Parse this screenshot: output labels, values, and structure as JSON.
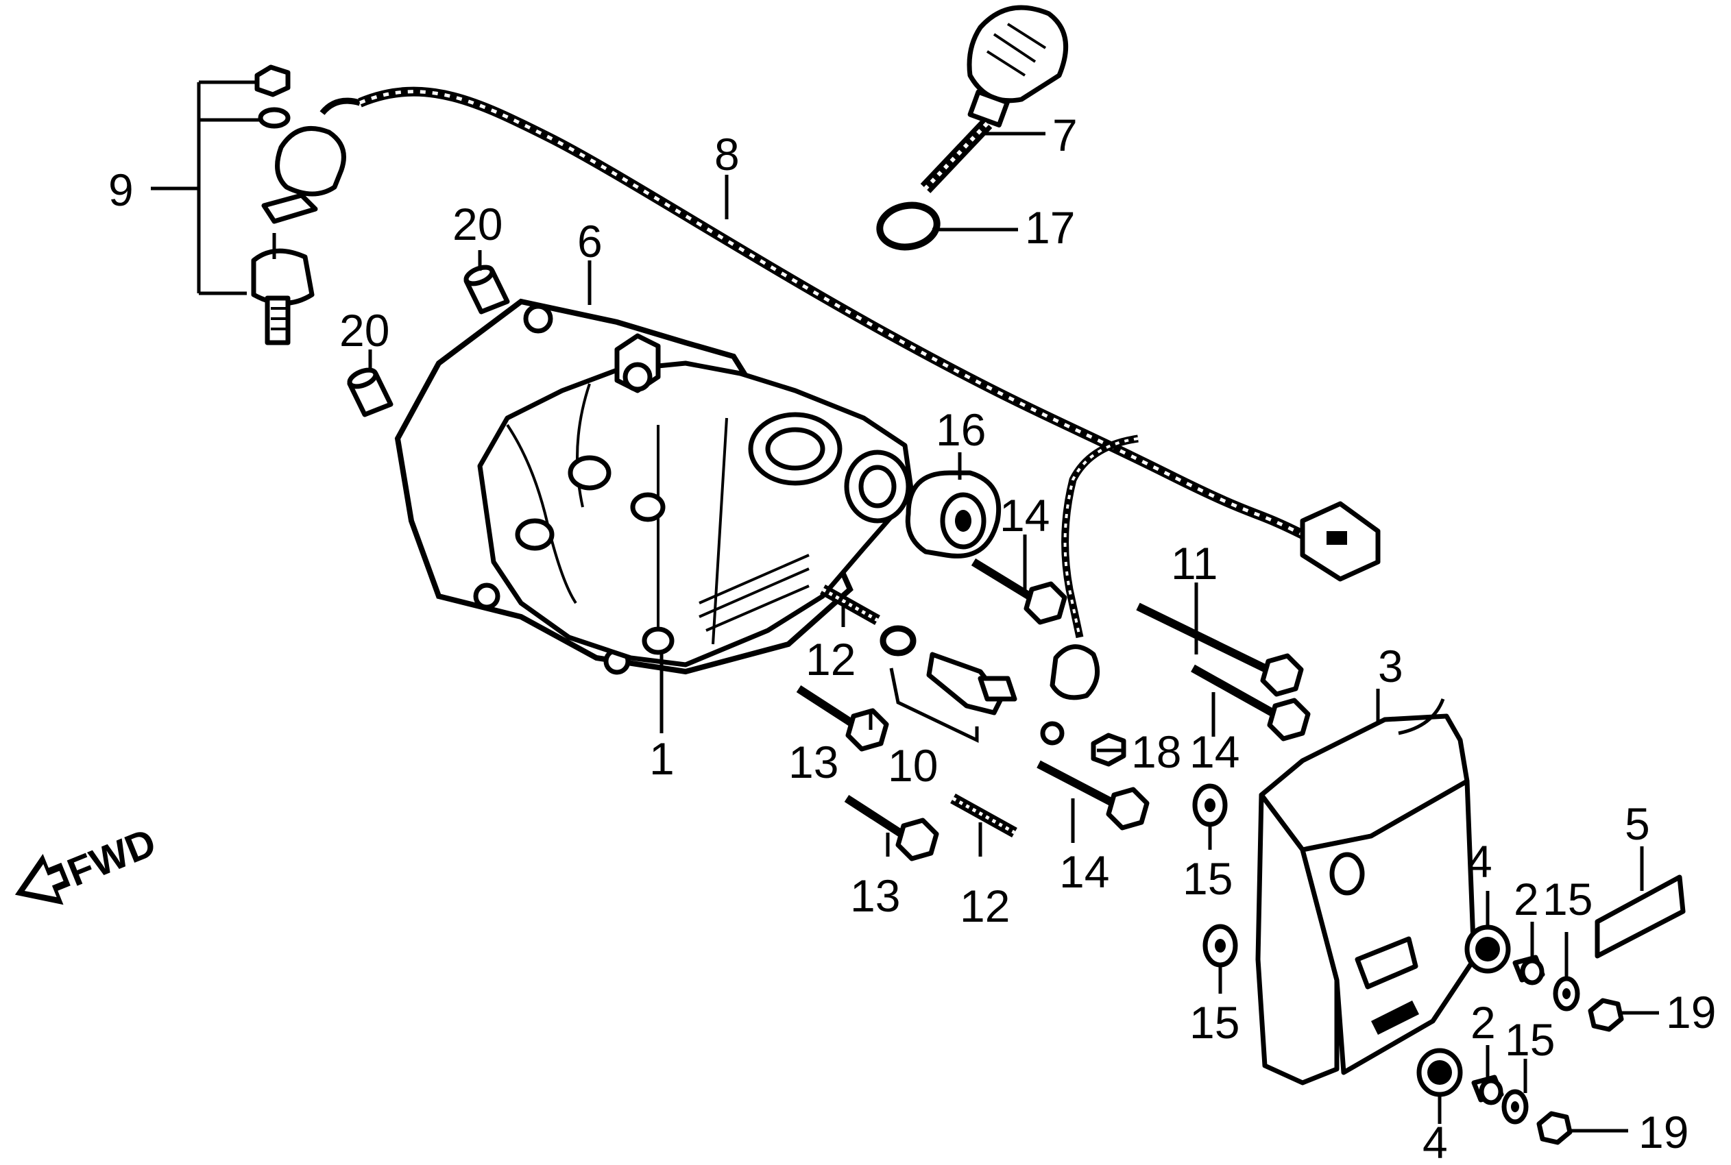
{
  "direction_label": "FWD",
  "callouts": {
    "c1": "1",
    "c2a": "2",
    "c2b": "2",
    "c3": "3",
    "c4a": "4",
    "c4b": "4",
    "c5": "5",
    "c6": "6",
    "c7": "7",
    "c8": "8",
    "c9": "9",
    "c10": "10",
    "c11": "11",
    "c12a": "12",
    "c12b": "12",
    "c13a": "13",
    "c13b": "13",
    "c14a": "14",
    "c14b": "14",
    "c14c": "14",
    "c15a": "15",
    "c15b": "15",
    "c15c": "15",
    "c15d": "15",
    "c16": "16",
    "c17": "17",
    "c18": "18",
    "c19a": "19",
    "c19b": "19",
    "c20a": "20",
    "c20b": "20"
  }
}
